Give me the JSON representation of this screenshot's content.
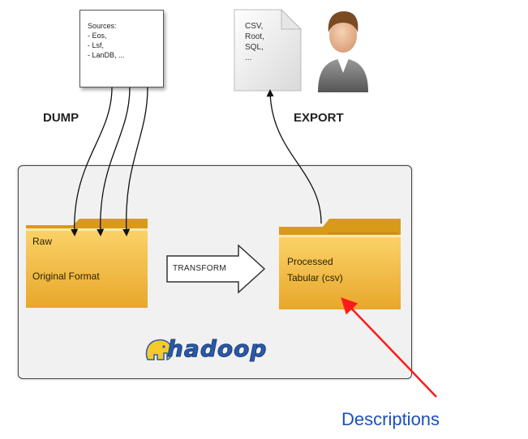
{
  "sources": {
    "text": "Sources:\n- Eos,\n- Lsf,\n- LanDB, ..."
  },
  "labels": {
    "dump": "DUMP",
    "export": "EXPORT",
    "transform": "TRANSFORM"
  },
  "export_doc": {
    "text": "CSV,\nRoot,\nSQL,\n..."
  },
  "raw_folder": {
    "title": "Raw",
    "subtitle": "Original Format"
  },
  "processed_folder": {
    "line1": "Processed",
    "line2": "Tabular (csv)"
  },
  "hadoop": {
    "logo_text": "hadoop"
  },
  "annotation": {
    "text": "Descriptions",
    "arrow_color": "#ff1a1a"
  },
  "colors": {
    "folder": "#f2b632",
    "folder_dark": "#d99a1a",
    "label_blue": "#1b4fbf"
  }
}
